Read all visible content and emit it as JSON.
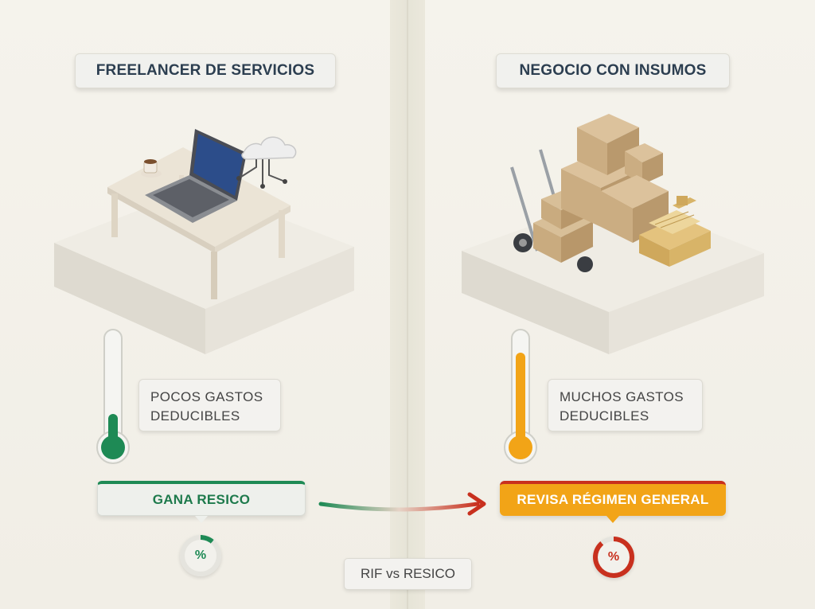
{
  "left": {
    "title": "FREELANCER DE SERVICIOS",
    "note_line1": "POCOS GASTOS",
    "note_line2": "DEDUCIBLES",
    "result": "GANA RESICO",
    "gauge_symbol": "%",
    "thermometer_level": 0.3,
    "accent": "#1e8a55"
  },
  "right": {
    "title": "NEGOCIO CON INSUMOS",
    "note_line1": "MUCHOS GASTOS",
    "note_line2": "DEDUCIBLES",
    "result": "REVISA RÉGIMEN GENERAL",
    "gauge_symbol": "%",
    "thermometer_level": 0.85,
    "accent": "#f2a417",
    "alert": "#c8301e"
  },
  "footer": {
    "tag": "RIF vs RESICO"
  },
  "icons": [
    "laptop-icon",
    "coffee-cup-icon",
    "cloud-network-icon",
    "boxes-icon",
    "hand-truck-icon",
    "cash-register-icon",
    "thermometer-icon",
    "percent-gauge-icon",
    "arrow-icon"
  ]
}
